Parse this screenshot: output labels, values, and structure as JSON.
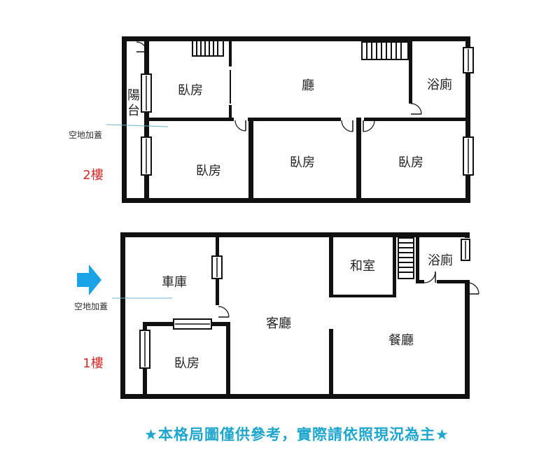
{
  "floor2": {
    "floor_label": "2樓",
    "rooms": {
      "bedroom_top": "臥房",
      "hall": "廳",
      "bathroom": "浴廁",
      "balcony_char1": "陽",
      "balcony_char2": "台",
      "bedroom_left": "臥房",
      "bedroom_middle": "臥房",
      "bedroom_right": "臥房"
    },
    "open_land_label": "空地加蓋"
  },
  "floor1": {
    "floor_label": "1樓",
    "rooms": {
      "garage": "車庫",
      "living_room": "客廳",
      "japanese_room": "和室",
      "bathroom": "浴廁",
      "dining_room": "餐廳",
      "bedroom": "臥房"
    },
    "open_land_label": "空地加蓋",
    "entrance_arrow_color": "#1aa3e6"
  },
  "note": "★本格局圖僅供參考，實際請依照現況為主★",
  "colors": {
    "wall": "#111111",
    "floor_label": "#d42a2a",
    "note": "#1fa6cf",
    "arrow": "#1aa3e6"
  }
}
